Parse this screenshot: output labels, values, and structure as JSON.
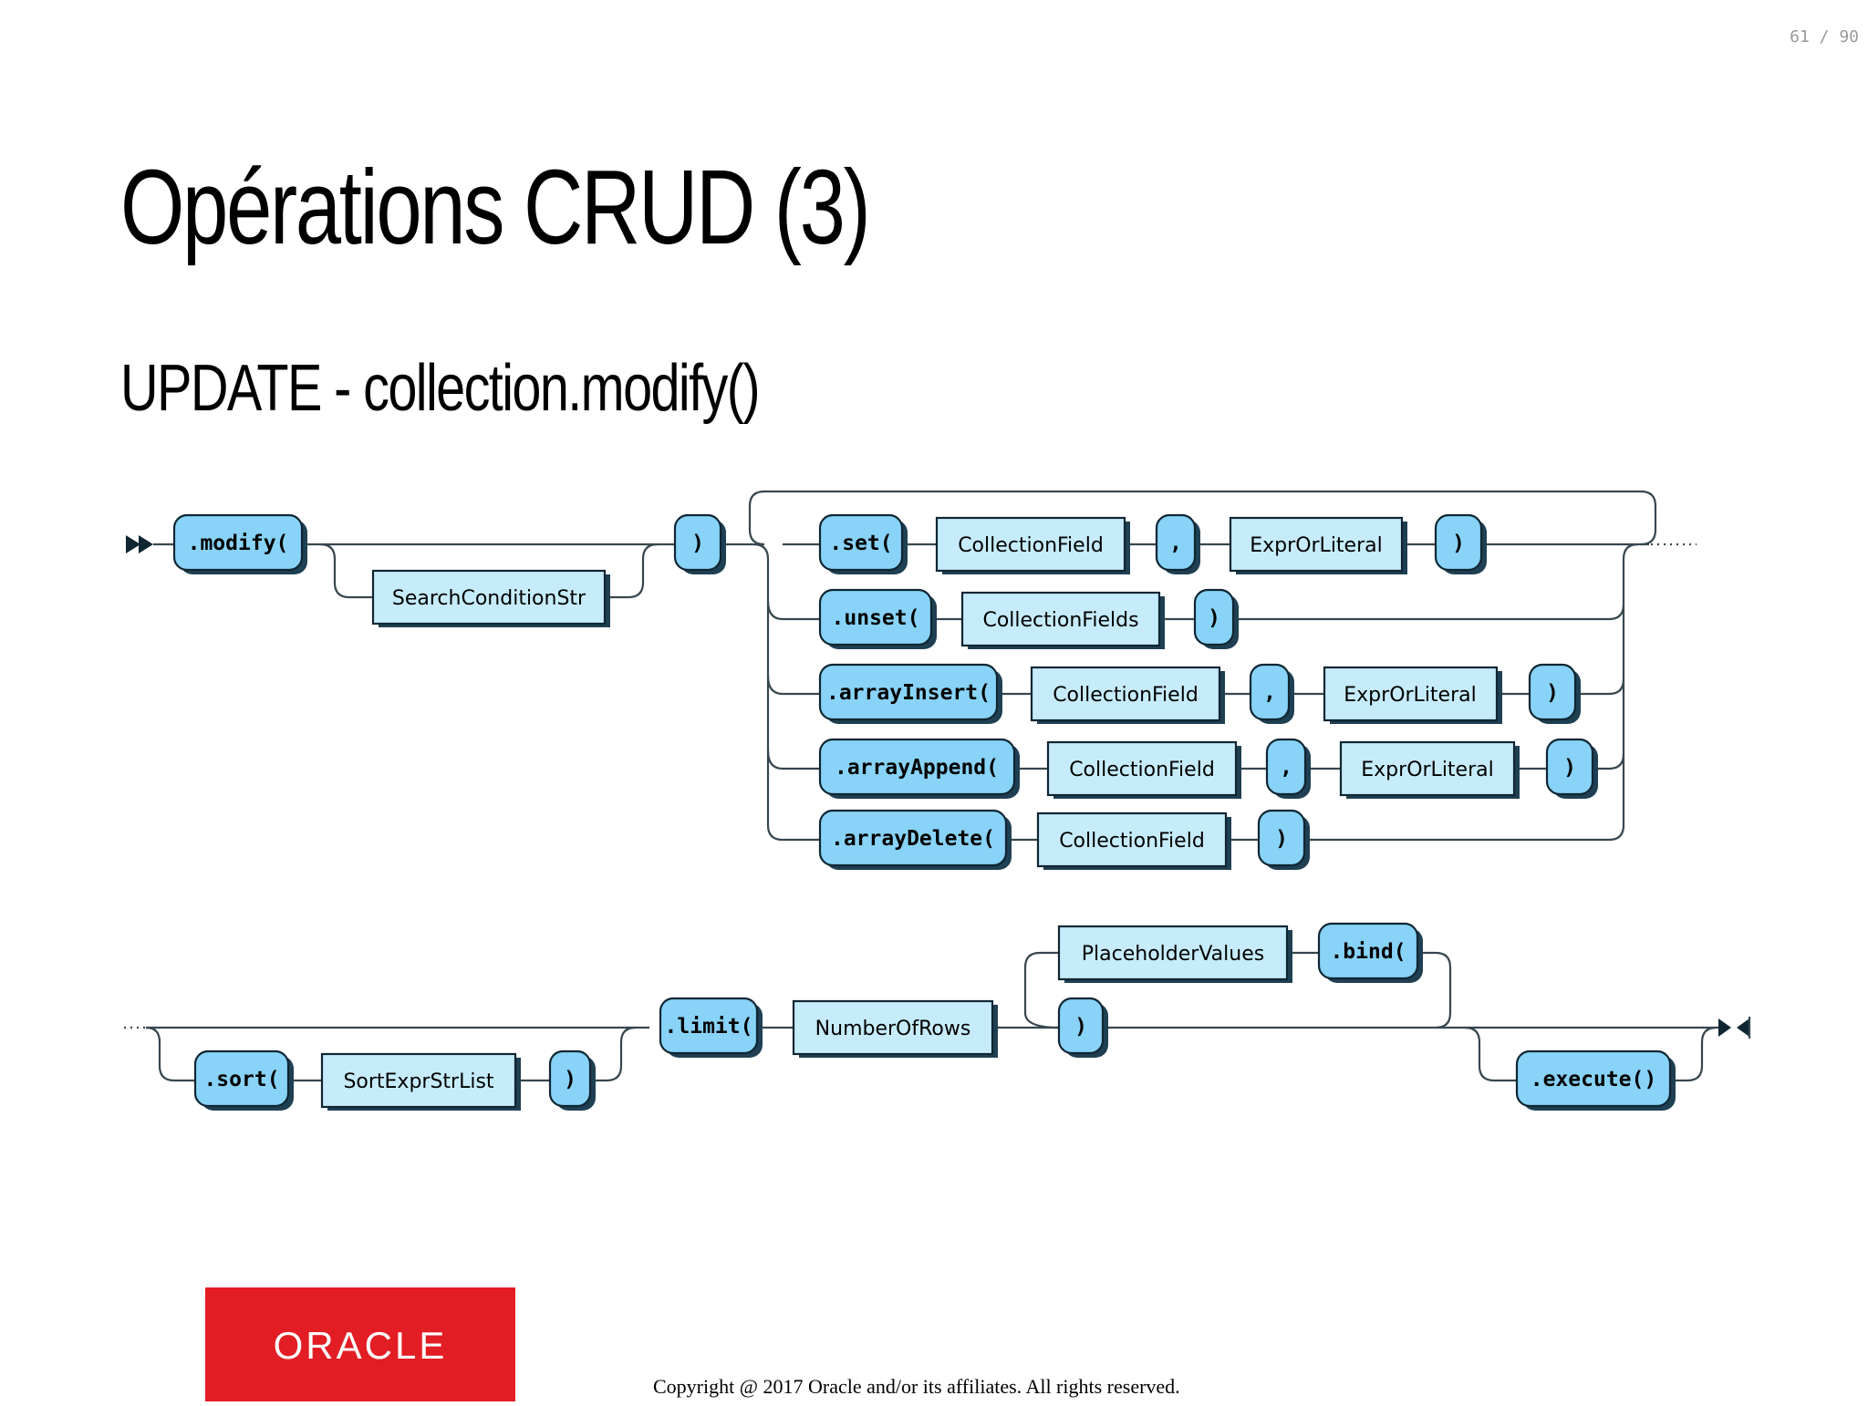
{
  "slide": {
    "page_number": "61 / 90",
    "title": "Opérations CRUD (3)",
    "subtitle": "UPDATE - collection.modify()"
  },
  "diagram": {
    "terminals": {
      "modify": ".modify(",
      "close": ")",
      "set": ".set(",
      "comma": ",",
      "unset": ".unset(",
      "arrayInsert": ".arrayInsert(",
      "arrayAppend": ".arrayAppend(",
      "arrayDelete": ".arrayDelete(",
      "sort": ".sort(",
      "limit": ".limit(",
      "bind": ".bind(",
      "execute": ".execute()"
    },
    "nonterminals": {
      "searchCondition": "SearchConditionStr",
      "collectionField": "CollectionField",
      "collectionFields": "CollectionFields",
      "exprOrLiteral": "ExprOrLiteral",
      "sortExprStrList": "SortExprStrList",
      "numberOfRows": "NumberOfRows",
      "placeholderValues": "PlaceholderValues"
    }
  },
  "footer": {
    "logo_text": "ORACLE",
    "copyright": "Copyright @ 2017 Oracle and/or its affiliates. All rights reserved."
  },
  "colors": {
    "terminal_fill": "#88d3f7",
    "nonterminal_fill": "#c6ecfb",
    "logo_red": "#e31d24"
  }
}
